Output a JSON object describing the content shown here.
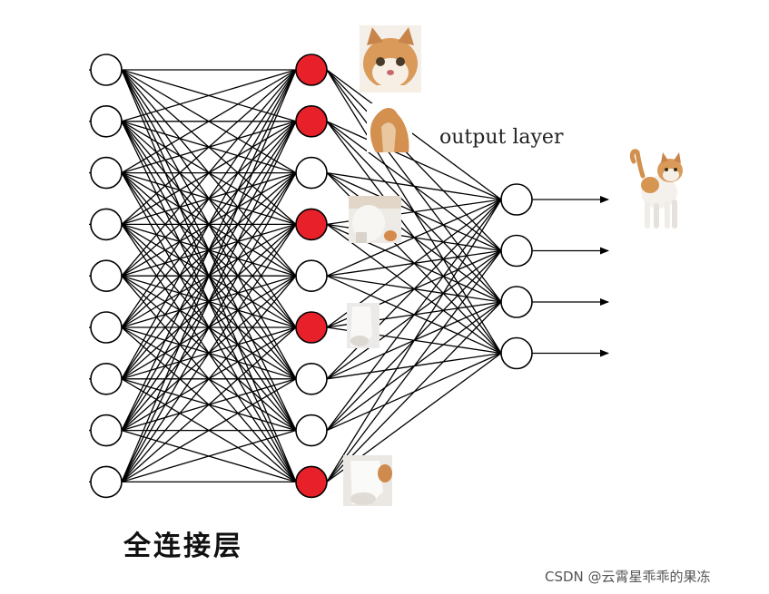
{
  "diagram": {
    "title": "全连接层",
    "output_label": "output layer",
    "watermark": "CSDN @云霄星乖乖的果冻"
  },
  "layers": {
    "input_count": 9,
    "hidden_count": 9,
    "hidden_active": [
      0,
      1,
      3,
      5,
      8
    ],
    "output_count": 4
  },
  "colors": {
    "active_node": "#e8202a",
    "node_stroke": "#000000",
    "line": "#000000"
  },
  "icons": {
    "cat_face": "cat-face-icon",
    "cat_ear": "cat-ear-icon",
    "cat_paw": "cat-paw-icon",
    "cat_leg": "cat-leg-icon",
    "cat_belly": "cat-belly-icon",
    "cat_full": "cat-full-icon"
  }
}
